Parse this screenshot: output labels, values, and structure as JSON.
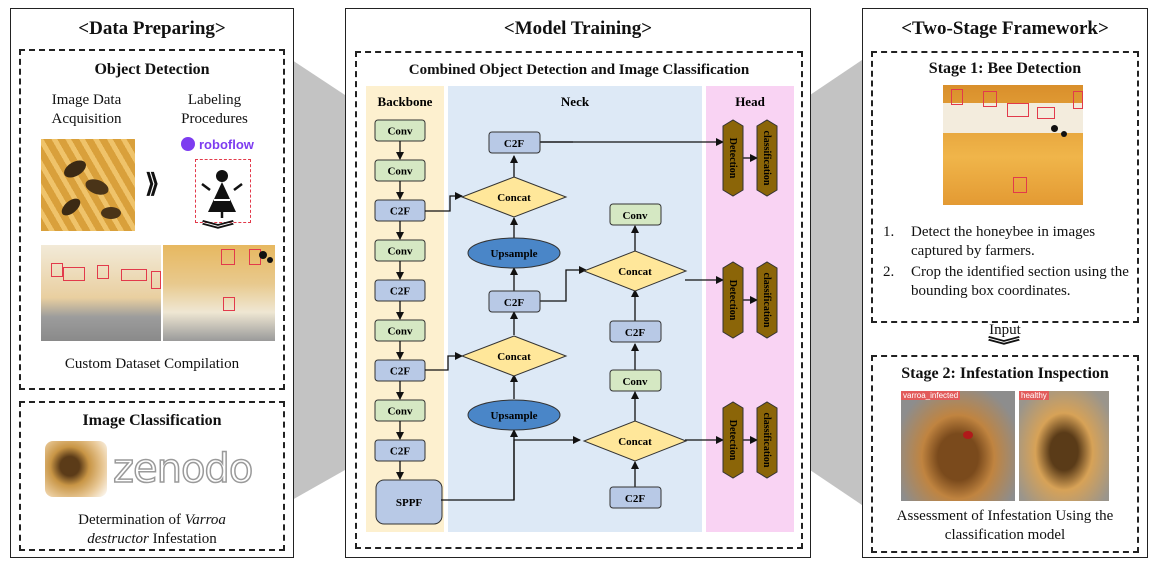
{
  "panels": {
    "left": {
      "title": "<Data Preparing>",
      "object_detection": {
        "title": "Object Detection",
        "acquisition_label": "Image Data\nAcquisition",
        "labeling_label": "Labeling\nProcedures",
        "roboflow_logo": "roboflow",
        "caption": "Custom Dataset Compilation"
      },
      "image_classification": {
        "title": "Image Classification",
        "zenodo_logo": "zenodo",
        "caption_pre": "Determination of ",
        "caption_italic1": "Varroa",
        "caption_italic2": "destructor",
        "caption_post": " Infestation"
      }
    },
    "middle": {
      "title": "<Model Training>",
      "subtitle": "Combined Object Detection and Image Classification",
      "columns": {
        "backbone": "Backbone",
        "neck": "Neck",
        "head": "Head"
      },
      "backbone_blocks": [
        "Conv",
        "Conv",
        "C2F",
        "Conv",
        "C2F",
        "Conv",
        "C2F",
        "Conv",
        "C2F",
        "SPPF"
      ],
      "neck": {
        "c2f_top": "C2F",
        "concat_a": "Concat",
        "upsample_a": "Upsample",
        "c2f_mid": "C2F",
        "concat_b": "Concat",
        "upsample_b": "Upsample",
        "conv_right_top": "Conv",
        "concat_right_top": "Concat",
        "c2f_right_mid": "C2F",
        "conv_right_mid": "Conv",
        "concat_right_bottom": "Concat",
        "c2f_right_bottom": "C2F"
      },
      "head": {
        "detection": "Detection",
        "classification": "classification"
      }
    },
    "right": {
      "title": "<Two-Stage Framework>",
      "stage1": {
        "title": "Stage 1: Bee Detection",
        "steps": [
          {
            "num": "1.",
            "text": "Detect the honeybee in images captured by farmers."
          },
          {
            "num": "2.",
            "text": "Crop the identified section using the bounding box coordinates."
          }
        ]
      },
      "input_label": "Input",
      "stage2": {
        "title": "Stage 2: Infestation Inspection",
        "tag_left": "varroa_infected",
        "tag_right": "healthy",
        "caption": "Assessment of Infestation Using the classification model"
      }
    }
  },
  "colors": {
    "backbone_bg": "#fdf0cf",
    "neck_bg": "#dde9f6",
    "head_bg": "#f9d3f3",
    "conv_fill": "#d5e8c3",
    "c2f_fill": "#b8c9e6",
    "concat_fill": "#ffe79a",
    "upsample_fill": "#4a86c8",
    "head_block_fill": "#8b6508",
    "connector_gray": "#c3c3c3"
  }
}
